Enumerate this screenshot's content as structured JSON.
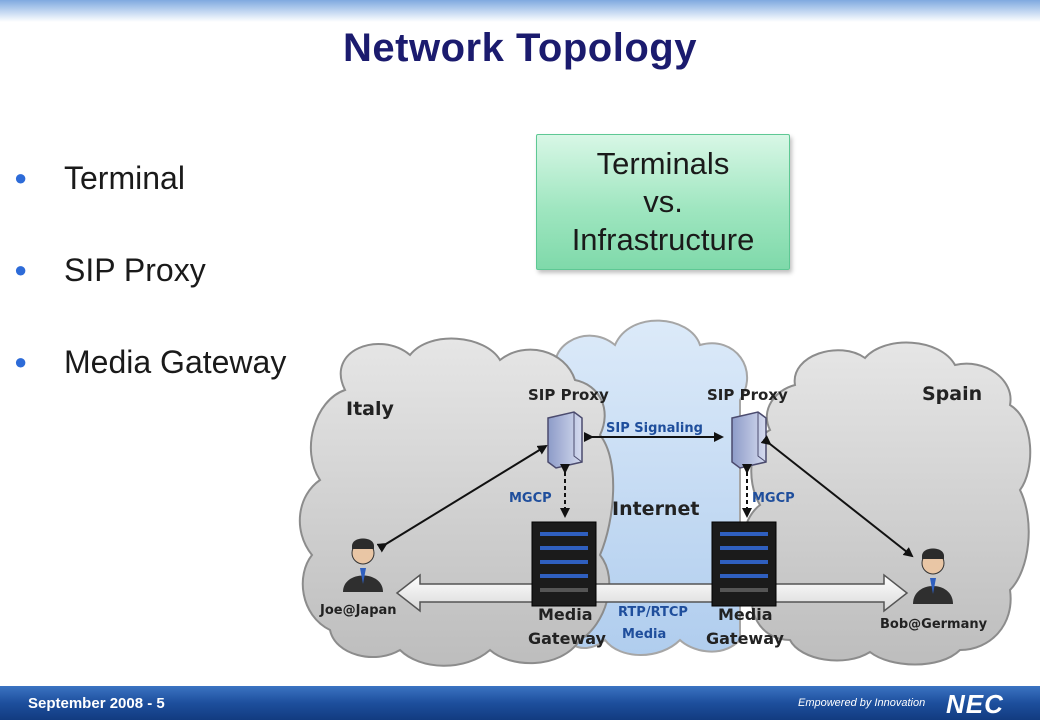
{
  "title": "Network Topology",
  "bullets": [
    "Terminal",
    "SIP Proxy",
    "Media Gateway"
  ],
  "callout": {
    "line1": "Terminals",
    "line2": "vs.",
    "line3": "Infrastructure"
  },
  "diagram": {
    "clouds": {
      "left": "Italy",
      "center": "Internet",
      "right": "Spain"
    },
    "proxy_left_label": "SIP Proxy",
    "proxy_right_label": "SIP Proxy",
    "signaling_label": "SIP Signaling",
    "mgcp_left_label": "MGCP",
    "mgcp_right_label": "MGCP",
    "gateway_left_label": [
      "Media",
      "Gateway"
    ],
    "gateway_right_label": [
      "Media",
      "Gateway"
    ],
    "media_label": [
      "RTP/RTCP",
      "Media"
    ],
    "user_left_label": "Joe@Japan",
    "user_right_label": "Bob@Germany"
  },
  "footer": {
    "date": "September 2008 - 5",
    "tagline": "Empowered by Innovation",
    "logo": "NEC"
  },
  "colors": {
    "title": "#1b1b6e",
    "bullet_dot": "#2d6bd8",
    "callout_fill": "#9fe6c0",
    "cloud_grey": "#d4d4d4",
    "cloud_blue": "#c6dcf3",
    "footer": "#1d4f9d"
  }
}
